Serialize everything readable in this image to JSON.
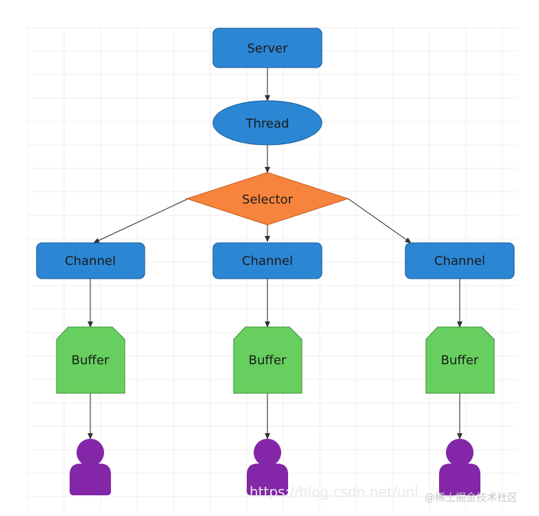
{
  "diagram": {
    "nodes": {
      "server": {
        "label": "Server",
        "color": "#2b86d3"
      },
      "thread": {
        "label": "Thread",
        "color": "#2b86d3"
      },
      "selector": {
        "label": "Selector",
        "color": "#f7843c"
      },
      "channel_left": {
        "label": "Channel",
        "color": "#2b86d3"
      },
      "channel_center": {
        "label": "Channel",
        "color": "#2b86d3"
      },
      "channel_right": {
        "label": "Channel",
        "color": "#2b86d3"
      },
      "buffer_left": {
        "label": "Buffer",
        "color": "#66cf5f"
      },
      "buffer_center": {
        "label": "Buffer",
        "color": "#66cf5f"
      },
      "buffer_right": {
        "label": "Buffer",
        "color": "#66cf5f"
      },
      "user_left": {
        "icon": "user-icon",
        "color": "#8326a8"
      },
      "user_center": {
        "icon": "user-icon",
        "color": "#8326a8"
      },
      "user_right": {
        "icon": "user-icon",
        "color": "#8326a8"
      }
    },
    "edges": [
      [
        "Server",
        "Thread"
      ],
      [
        "Thread",
        "Selector"
      ],
      [
        "Selector",
        "Channel (left)"
      ],
      [
        "Selector",
        "Channel (center)"
      ],
      [
        "Selector",
        "Channel (right)"
      ],
      [
        "Channel (left)",
        "Buffer (left)"
      ],
      [
        "Channel (center)",
        "Buffer (center)"
      ],
      [
        "Channel (right)",
        "Buffer (right)"
      ],
      [
        "Buffer (left)",
        "user (left)"
      ],
      [
        "Buffer (center)",
        "user (center)"
      ],
      [
        "Buffer (right)",
        "user (right)"
      ]
    ]
  },
  "watermark": {
    "url": "https://blog.csdn.net/unl",
    "brand": "@稀土掘金技术社区"
  }
}
